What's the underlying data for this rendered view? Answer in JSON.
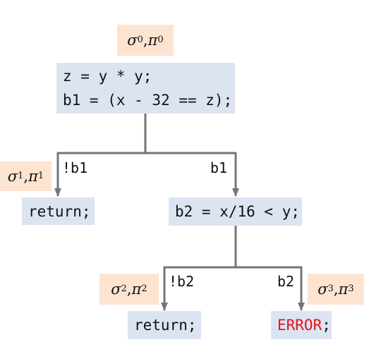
{
  "nodes": {
    "root": {
      "line1": "z = y * y;",
      "line2": "b1 = (x - 32 == z);"
    },
    "left_return": {
      "text": "return;"
    },
    "b2_assign": {
      "text": "b2 = x/16 < y;"
    },
    "inner_return": {
      "text": "return;"
    },
    "error": {
      "keyword": "ERROR",
      "suffix": ";"
    }
  },
  "edges": {
    "not_b1": "!b1",
    "b1": "b1",
    "not_b2": "!b2",
    "b2": "b2"
  },
  "states": {
    "s0": {
      "sigma": "σ",
      "pi": "π",
      "index": "0"
    },
    "s1": {
      "sigma": "σ",
      "pi": "π",
      "index": "1"
    },
    "s2": {
      "sigma": "σ",
      "pi": "π",
      "index": "2"
    },
    "s3": {
      "sigma": "σ",
      "pi": "π",
      "index": "3"
    }
  },
  "colors": {
    "code_box": "#dde4f1",
    "state_box": "#fce4d1",
    "edge": "#757575",
    "error_text": "#e3151a"
  }
}
